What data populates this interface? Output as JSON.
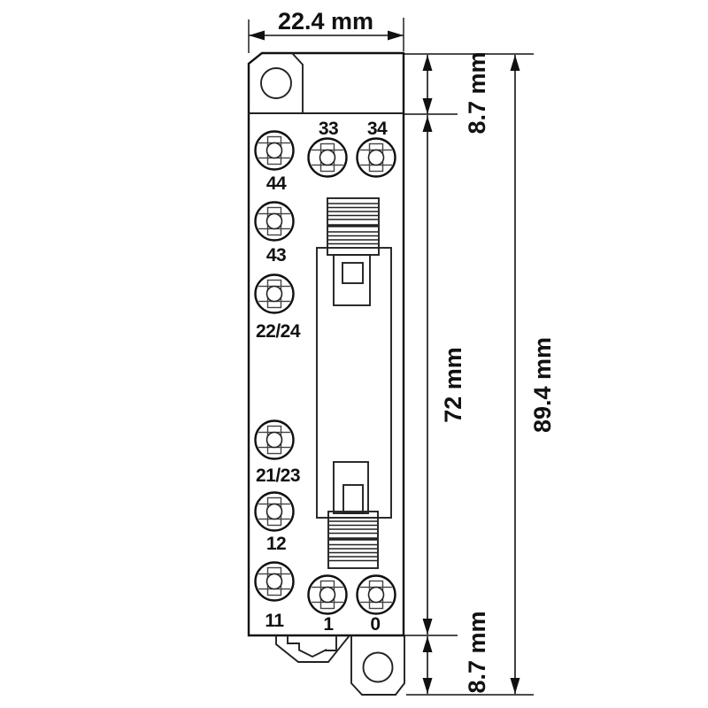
{
  "drawing": {
    "dimensions": {
      "width": "22.4 mm",
      "top_flange_height": "8.7 mm",
      "terminal_block_height": "72 mm",
      "total_height": "89.4 mm",
      "bottom_flange_height": "8.7 mm"
    },
    "terminals": {
      "left": [
        "44",
        "43",
        "22/24",
        "21/23",
        "12",
        "11"
      ],
      "top": [
        "33",
        "34"
      ],
      "bottom": [
        "1",
        "0"
      ]
    },
    "colors": {
      "line": "#111111",
      "background": "#ffffff"
    }
  }
}
